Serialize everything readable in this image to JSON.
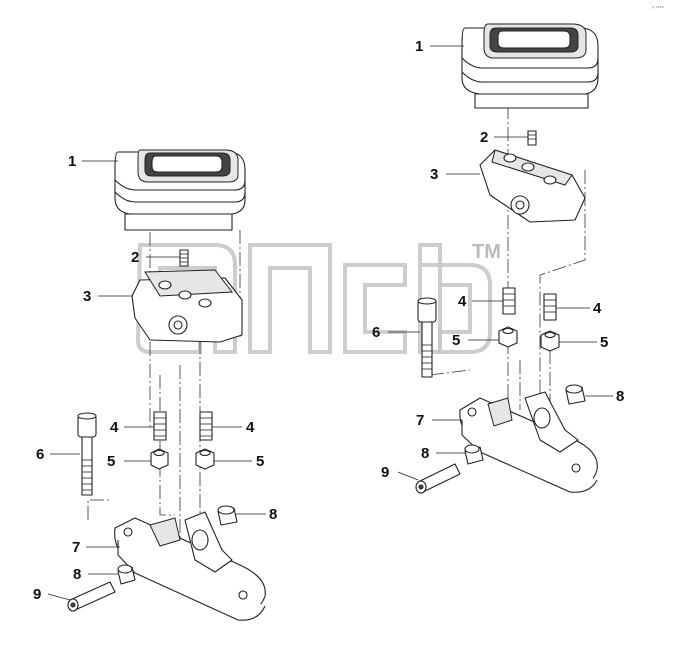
{
  "watermark": {
    "trademark": "TM"
  },
  "corner_mark": "ᵍ ⁴⁸⁸⁸",
  "left_assembly": {
    "callouts": [
      {
        "n": "1"
      },
      {
        "n": "2"
      },
      {
        "n": "3"
      },
      {
        "n": "4"
      },
      {
        "n": "4"
      },
      {
        "n": "5"
      },
      {
        "n": "5"
      },
      {
        "n": "6"
      },
      {
        "n": "7"
      },
      {
        "n": "8"
      },
      {
        "n": "8"
      },
      {
        "n": "9"
      }
    ]
  },
  "right_assembly": {
    "callouts": [
      {
        "n": "1"
      },
      {
        "n": "2"
      },
      {
        "n": "3"
      },
      {
        "n": "4"
      },
      {
        "n": "4"
      },
      {
        "n": "5"
      },
      {
        "n": "5"
      },
      {
        "n": "6"
      },
      {
        "n": "7"
      },
      {
        "n": "8"
      },
      {
        "n": "8"
      },
      {
        "n": "9"
      }
    ]
  }
}
